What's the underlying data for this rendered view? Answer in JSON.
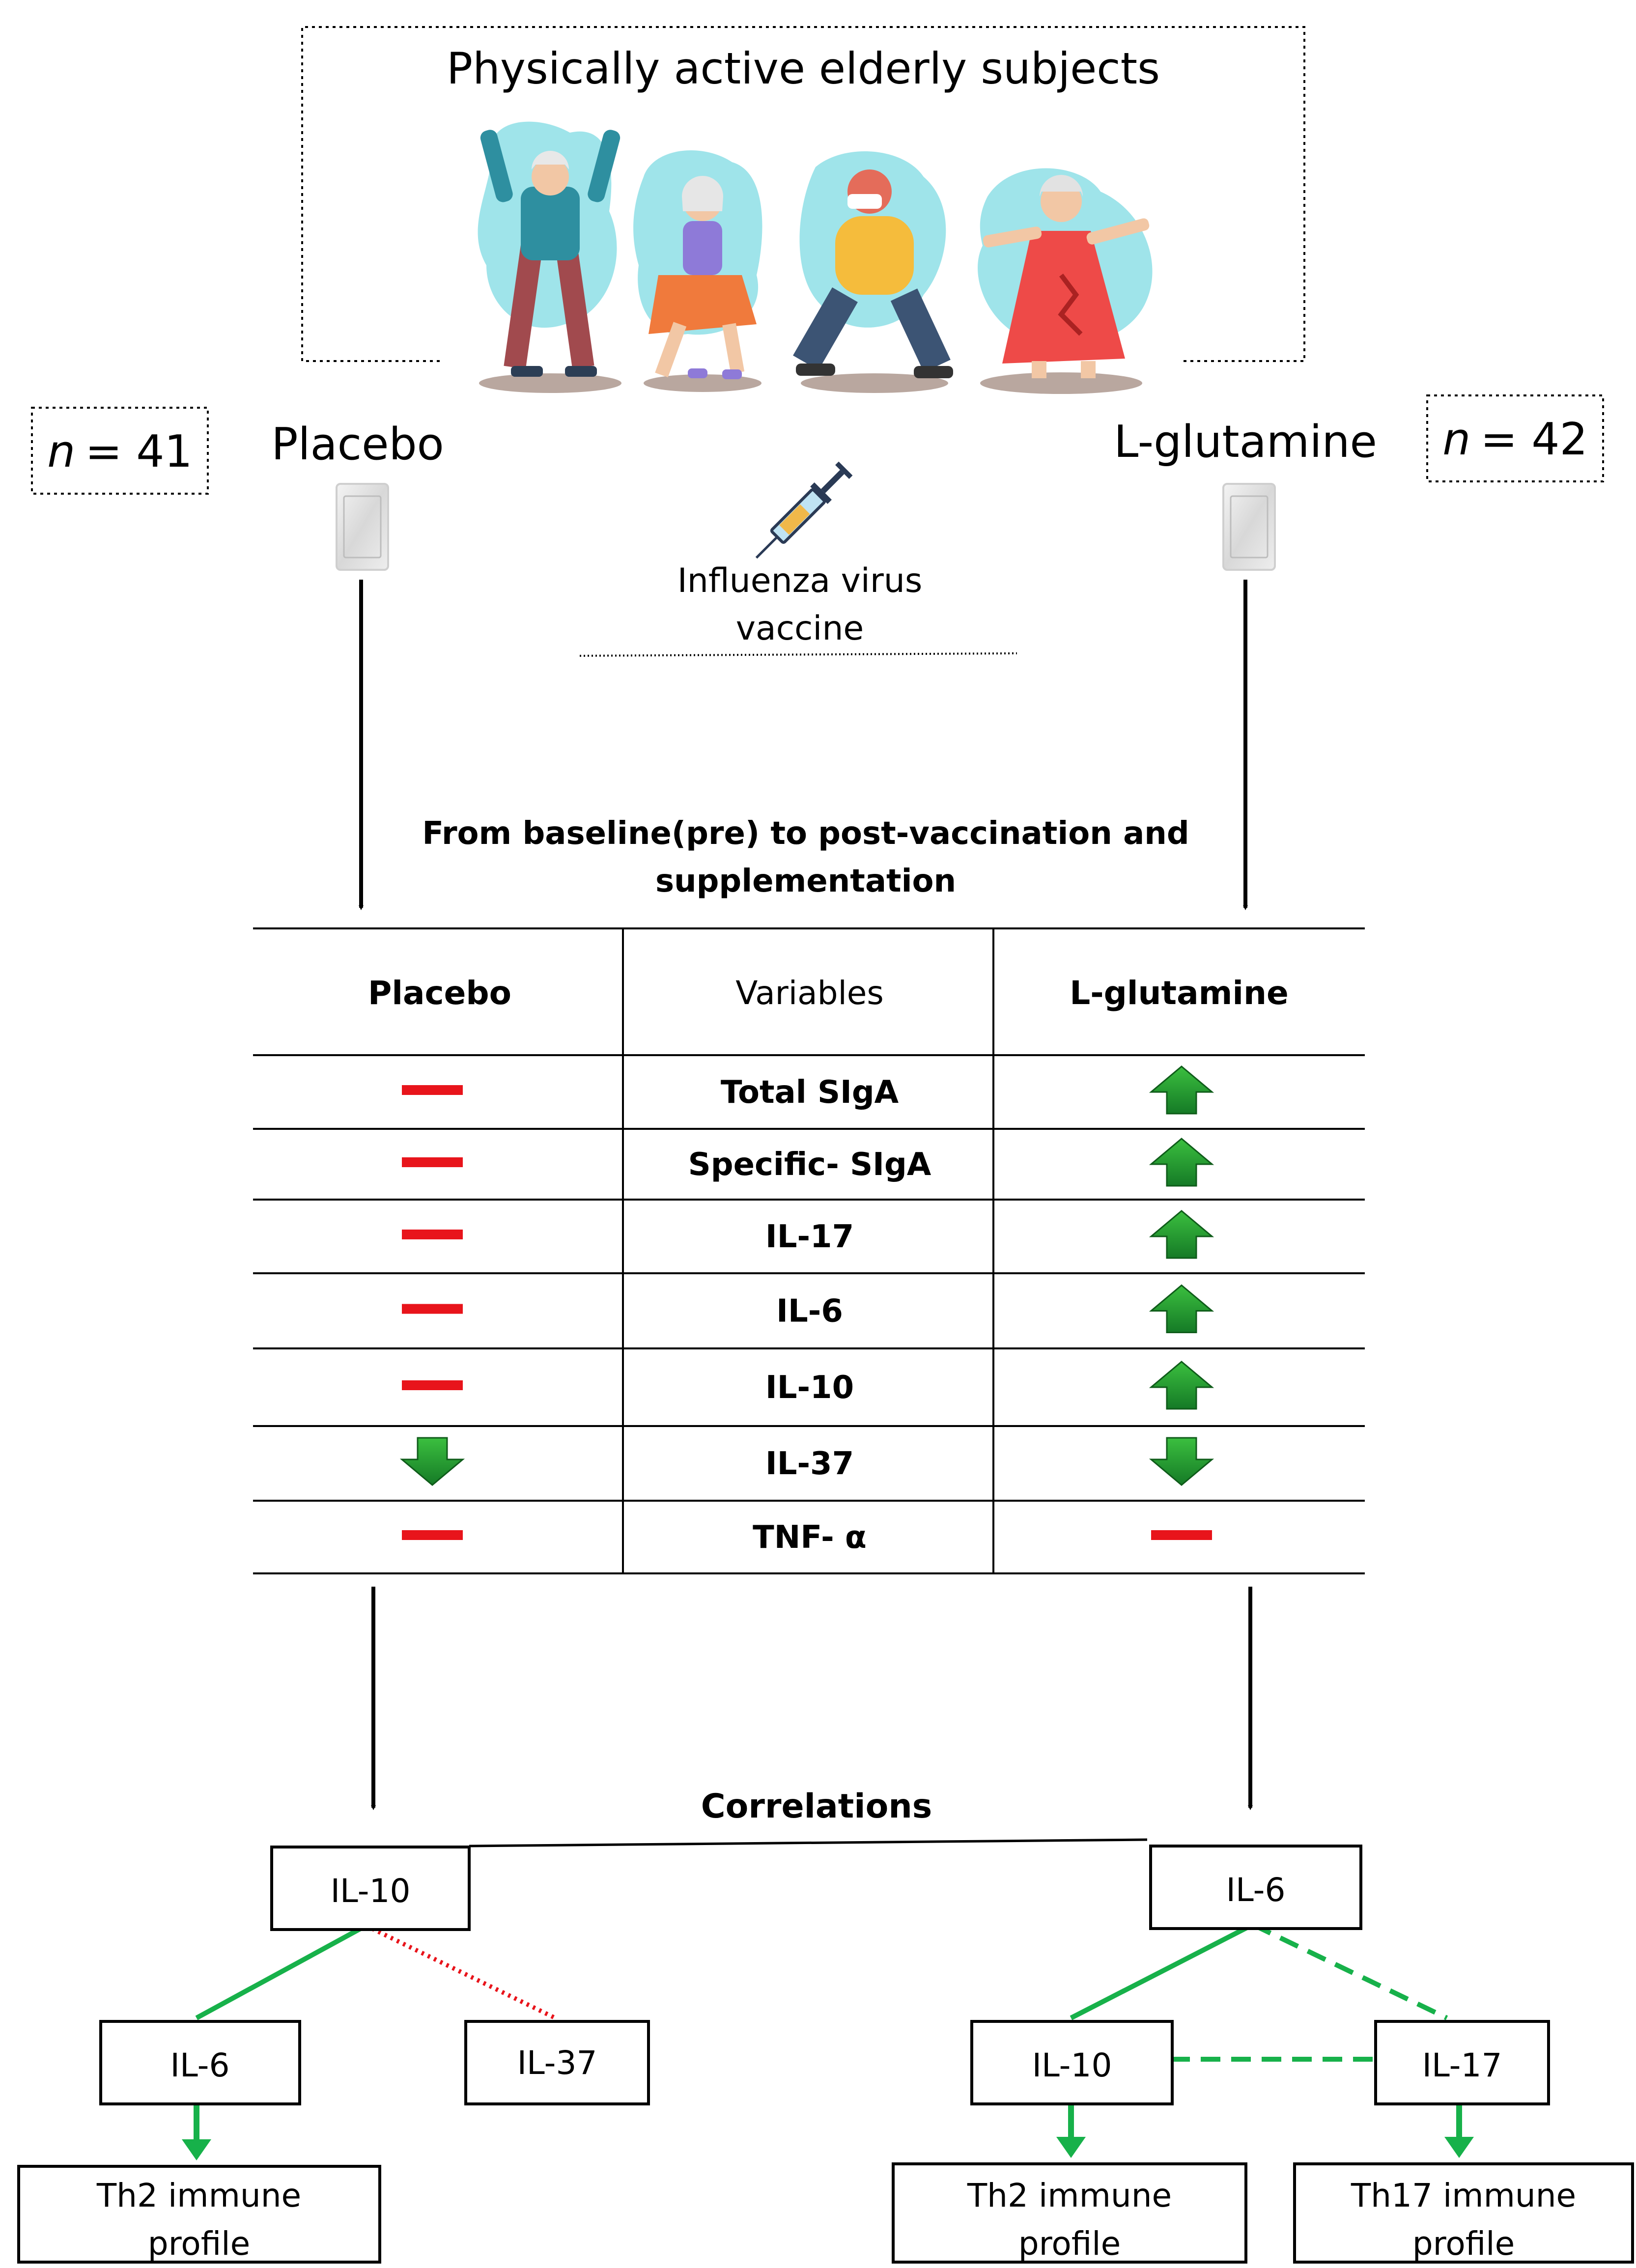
{
  "header": {
    "title": "Physically active elderly subjects"
  },
  "groups": {
    "placebo": {
      "label": "Placebo",
      "n_prefix": "n",
      "n_value": "= 41"
    },
    "glutamine": {
      "label": "L-glutamine",
      "n_prefix": "n",
      "n_value": "= 42"
    }
  },
  "vaccine": {
    "line1": "Influenza virus",
    "line2": "vaccine"
  },
  "table": {
    "caption_line1": "From baseline(pre) to post-vaccination and",
    "caption_line2": "supplementation",
    "headers": {
      "left": "Placebo",
      "middle": "Variables",
      "right": "L-glutamine"
    },
    "rows": [
      {
        "variable": "Total SIgA",
        "placebo": "none",
        "glutamine": "up"
      },
      {
        "variable": "Specific- SIgA",
        "placebo": "none",
        "glutamine": "up"
      },
      {
        "variable": "IL-17",
        "placebo": "none",
        "glutamine": "up"
      },
      {
        "variable": "IL-6",
        "placebo": "none",
        "glutamine": "up"
      },
      {
        "variable": "IL-10",
        "placebo": "none",
        "glutamine": "up"
      },
      {
        "variable": "IL-37",
        "placebo": "down",
        "glutamine": "down"
      },
      {
        "variable": "TNF- α",
        "placebo": "none",
        "glutamine": "none"
      }
    ],
    "symbol_colors": {
      "none": "#e8141b",
      "up": "#1e8a2e",
      "down": "#1e8a2e"
    }
  },
  "correlations": {
    "title": "Correlations",
    "placebo": {
      "root": "IL-10",
      "child_left": "IL-6",
      "child_right": "IL-37",
      "profile_line1": "Th2 immune",
      "profile_line2": "profile"
    },
    "glutamine": {
      "root": "IL-6",
      "child_left": "IL-10",
      "child_right": "IL-17",
      "profile_left_line1": "Th2 immune",
      "profile_left_line2": "profile",
      "profile_right_line1": "Th17 immune",
      "profile_right_line2": "profile"
    },
    "colors": {
      "positive": "#17b14a",
      "negative": "#e8141b"
    }
  }
}
